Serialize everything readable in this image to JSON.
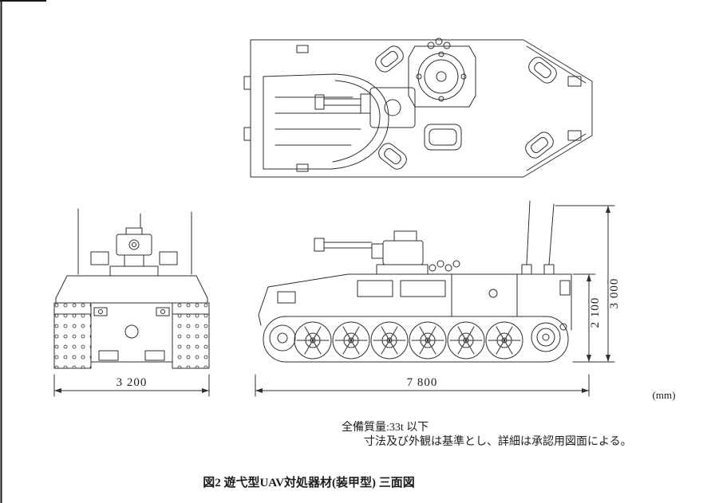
{
  "figure": {
    "caption": "図2 遊弋型UAV対処器材(装甲型) 三面図",
    "unit_label": "(mm)",
    "note_mass": "全備質量:33t 以下",
    "note_dimensions": "寸法及び外観は基準とし、詳細は承認用図面による。"
  },
  "dimensions": {
    "front_width": "3 200",
    "side_length": "7 800",
    "overall_height": "3 000",
    "hull_height": "2 100"
  }
}
